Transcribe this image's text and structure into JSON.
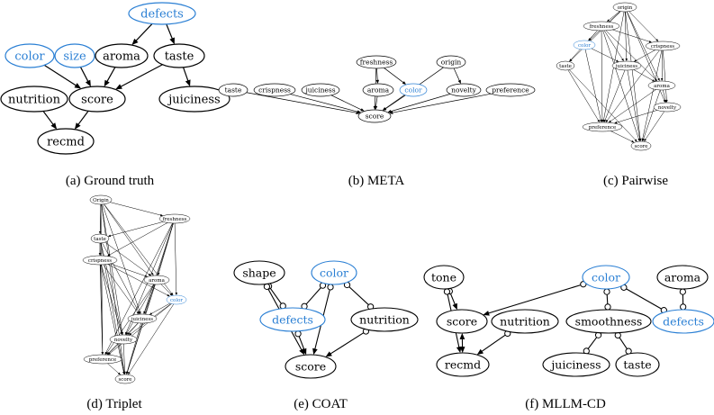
{
  "colors": {
    "ink": "#000000",
    "highlight": "#2a7fd4"
  },
  "panels": [
    {
      "id": "gt",
      "caption": "(a) Ground truth",
      "nodes": [
        {
          "id": "defects",
          "label": "defects",
          "blue": true
        },
        {
          "id": "color",
          "label": "color",
          "blue": true
        },
        {
          "id": "size",
          "label": "size",
          "blue": true
        },
        {
          "id": "aroma",
          "label": "aroma"
        },
        {
          "id": "taste",
          "label": "taste"
        },
        {
          "id": "nutrition",
          "label": "nutrition"
        },
        {
          "id": "score",
          "label": "score"
        },
        {
          "id": "juiciness",
          "label": "juiciness"
        },
        {
          "id": "recmd",
          "label": "recmd"
        }
      ],
      "edges": [
        [
          "defects",
          "aroma",
          "->"
        ],
        [
          "defects",
          "taste",
          "->"
        ],
        [
          "color",
          "score",
          "->"
        ],
        [
          "size",
          "score",
          "->"
        ],
        [
          "aroma",
          "score",
          "->"
        ],
        [
          "taste",
          "score",
          "->"
        ],
        [
          "taste",
          "juiciness",
          "->"
        ],
        [
          "nutrition",
          "recmd",
          "->"
        ],
        [
          "score",
          "recmd",
          "->"
        ]
      ]
    },
    {
      "id": "meta",
      "caption": "(b) META",
      "nodes": [
        {
          "id": "freshness",
          "label": "freshness"
        },
        {
          "id": "origin",
          "label": "origin"
        },
        {
          "id": "taste",
          "label": "taste"
        },
        {
          "id": "crispness",
          "label": "crispness"
        },
        {
          "id": "juiciness",
          "label": "juiciness"
        },
        {
          "id": "aroma",
          "label": "aroma"
        },
        {
          "id": "color",
          "label": "color",
          "blue": true
        },
        {
          "id": "novelty",
          "label": "novelty"
        },
        {
          "id": "preference",
          "label": "preference"
        },
        {
          "id": "score",
          "label": "score"
        }
      ],
      "edges": [
        [
          "freshness",
          "aroma",
          "->"
        ],
        [
          "freshness",
          "color",
          "->"
        ],
        [
          "freshness",
          "score",
          "->"
        ],
        [
          "origin",
          "novelty",
          "->"
        ],
        [
          "origin",
          "score",
          "->"
        ],
        [
          "taste",
          "score",
          "->"
        ],
        [
          "crispness",
          "score",
          "->"
        ],
        [
          "juiciness",
          "score",
          "->"
        ],
        [
          "aroma",
          "score",
          "->"
        ],
        [
          "color",
          "score",
          "->"
        ],
        [
          "novelty",
          "score",
          "->"
        ],
        [
          "preference",
          "score",
          "->"
        ]
      ]
    },
    {
      "id": "pairwise",
      "caption": "(c) Pairwise",
      "nodes": [
        {
          "id": "origin",
          "label": "origin"
        },
        {
          "id": "freshness",
          "label": "freshness"
        },
        {
          "id": "color",
          "label": "color",
          "blue": true
        },
        {
          "id": "crispness",
          "label": "crispness"
        },
        {
          "id": "taste",
          "label": "taste"
        },
        {
          "id": "juiciness",
          "label": "juiciness"
        },
        {
          "id": "aroma",
          "label": "aroma"
        },
        {
          "id": "novelty",
          "label": "novelty"
        },
        {
          "id": "preference",
          "label": "preference"
        },
        {
          "id": "score",
          "label": "score"
        }
      ],
      "edges": [
        [
          "origin",
          "freshness",
          "->"
        ],
        [
          "origin",
          "color",
          "->"
        ],
        [
          "origin",
          "crispness",
          "->"
        ],
        [
          "origin",
          "taste",
          "->"
        ],
        [
          "origin",
          "juiciness",
          "->"
        ],
        [
          "origin",
          "aroma",
          "->"
        ],
        [
          "origin",
          "novelty",
          "->"
        ],
        [
          "origin",
          "preference",
          "->"
        ],
        [
          "origin",
          "score",
          "->"
        ],
        [
          "freshness",
          "color",
          "->"
        ],
        [
          "freshness",
          "crispness",
          "->"
        ],
        [
          "freshness",
          "taste",
          "->"
        ],
        [
          "freshness",
          "juiciness",
          "->"
        ],
        [
          "freshness",
          "aroma",
          "->"
        ],
        [
          "freshness",
          "preference",
          "->"
        ],
        [
          "freshness",
          "score",
          "->"
        ],
        [
          "color",
          "juiciness",
          "->"
        ],
        [
          "color",
          "preference",
          "->"
        ],
        [
          "crispness",
          "juiciness",
          "->"
        ],
        [
          "crispness",
          "aroma",
          "->"
        ],
        [
          "crispness",
          "novelty",
          "->"
        ],
        [
          "crispness",
          "preference",
          "->"
        ],
        [
          "crispness",
          "score",
          "->"
        ],
        [
          "taste",
          "preference",
          "->"
        ],
        [
          "taste",
          "score",
          "->"
        ],
        [
          "juiciness",
          "aroma",
          "->"
        ],
        [
          "juiciness",
          "preference",
          "->"
        ],
        [
          "juiciness",
          "score",
          "->"
        ],
        [
          "aroma",
          "novelty",
          "->"
        ],
        [
          "aroma",
          "preference",
          "->"
        ],
        [
          "aroma",
          "score",
          "->"
        ],
        [
          "novelty",
          "preference",
          "->"
        ],
        [
          "novelty",
          "score",
          "->"
        ],
        [
          "preference",
          "score",
          "->"
        ]
      ]
    },
    {
      "id": "triplet",
      "caption": "(d) Triplet",
      "nodes": [
        {
          "id": "origin",
          "label": "Origin"
        },
        {
          "id": "freshness",
          "label": "freshness"
        },
        {
          "id": "taste",
          "label": "taste"
        },
        {
          "id": "crispness",
          "label": "crispness"
        },
        {
          "id": "aroma",
          "label": "aroma"
        },
        {
          "id": "color",
          "label": "color",
          "blue": true
        },
        {
          "id": "juiciness",
          "label": "juiciness"
        },
        {
          "id": "novelty",
          "label": "novelty"
        },
        {
          "id": "preference",
          "label": "preference"
        },
        {
          "id": "score",
          "label": "score"
        }
      ],
      "edges": [
        [
          "origin",
          "freshness",
          "->"
        ],
        [
          "origin",
          "taste",
          "->"
        ],
        [
          "origin",
          "crispness",
          "->"
        ],
        [
          "origin",
          "aroma",
          "->"
        ],
        [
          "origin",
          "color",
          "->"
        ],
        [
          "origin",
          "juiciness",
          "->"
        ],
        [
          "origin",
          "novelty",
          "->"
        ],
        [
          "origin",
          "preference",
          "->"
        ],
        [
          "origin",
          "score",
          "->"
        ],
        [
          "freshness",
          "taste",
          "->"
        ],
        [
          "freshness",
          "crispness",
          "->"
        ],
        [
          "freshness",
          "aroma",
          "->"
        ],
        [
          "freshness",
          "color",
          "->"
        ],
        [
          "freshness",
          "juiciness",
          "->"
        ],
        [
          "freshness",
          "novelty",
          "->"
        ],
        [
          "freshness",
          "preference",
          "->"
        ],
        [
          "freshness",
          "score",
          "->"
        ],
        [
          "taste",
          "crispness",
          "->"
        ],
        [
          "taste",
          "aroma",
          "->"
        ],
        [
          "taste",
          "juiciness",
          "->"
        ],
        [
          "taste",
          "novelty",
          "->"
        ],
        [
          "taste",
          "preference",
          "->"
        ],
        [
          "taste",
          "score",
          "->"
        ],
        [
          "crispness",
          "aroma",
          "->"
        ],
        [
          "crispness",
          "color",
          "->"
        ],
        [
          "crispness",
          "juiciness",
          "->"
        ],
        [
          "crispness",
          "novelty",
          "->"
        ],
        [
          "crispness",
          "preference",
          "->"
        ],
        [
          "crispness",
          "score",
          "->"
        ],
        [
          "aroma",
          "color",
          "->"
        ],
        [
          "aroma",
          "juiciness",
          "->"
        ],
        [
          "aroma",
          "novelty",
          "->"
        ],
        [
          "aroma",
          "preference",
          "->"
        ],
        [
          "aroma",
          "score",
          "->"
        ],
        [
          "color",
          "juiciness",
          "->"
        ],
        [
          "color",
          "novelty",
          "->"
        ],
        [
          "color",
          "preference",
          "->"
        ],
        [
          "color",
          "score",
          "->"
        ],
        [
          "juiciness",
          "novelty",
          "->"
        ],
        [
          "juiciness",
          "preference",
          "->"
        ],
        [
          "juiciness",
          "score",
          "->"
        ],
        [
          "novelty",
          "preference",
          "->"
        ],
        [
          "novelty",
          "score",
          "->"
        ],
        [
          "preference",
          "score",
          "->"
        ]
      ]
    },
    {
      "id": "coat",
      "caption": "(e) COAT",
      "nodes": [
        {
          "id": "shape",
          "label": "shape"
        },
        {
          "id": "color",
          "label": "color",
          "blue": true
        },
        {
          "id": "defects",
          "label": "defects",
          "blue": true
        },
        {
          "id": "nutrition",
          "label": "nutrition"
        },
        {
          "id": "score",
          "label": "score"
        }
      ],
      "edges": [
        [
          "shape",
          "defects",
          "o-o"
        ],
        [
          "shape",
          "score",
          "o->"
        ],
        [
          "color",
          "defects",
          "o-o"
        ],
        [
          "color",
          "score",
          "o->"
        ],
        [
          "color",
          "nutrition",
          "o-o"
        ],
        [
          "defects",
          "score",
          "o->"
        ],
        [
          "nutrition",
          "score",
          "o->"
        ]
      ]
    },
    {
      "id": "mllmcd",
      "caption": "(f) MLLM-CD",
      "nodes": [
        {
          "id": "tone",
          "label": "tone"
        },
        {
          "id": "color",
          "label": "color",
          "blue": true
        },
        {
          "id": "aroma",
          "label": "aroma"
        },
        {
          "id": "score",
          "label": "score"
        },
        {
          "id": "nutrition",
          "label": "nutrition"
        },
        {
          "id": "smoothness",
          "label": "smoothness"
        },
        {
          "id": "defects",
          "label": "defects",
          "blue": true
        },
        {
          "id": "recmd",
          "label": "recmd"
        },
        {
          "id": "juiciness",
          "label": "juiciness"
        },
        {
          "id": "taste",
          "label": "taste"
        }
      ],
      "edges": [
        [
          "tone",
          "score",
          "o->"
        ],
        [
          "tone",
          "recmd",
          "o->"
        ],
        [
          "color",
          "score",
          "o->"
        ],
        [
          "color",
          "smoothness",
          "o-o"
        ],
        [
          "color",
          "defects",
          "o-o"
        ],
        [
          "aroma",
          "defects",
          "o-o"
        ],
        [
          "score",
          "recmd",
          "<->"
        ],
        [
          "nutrition",
          "recmd",
          "o->"
        ],
        [
          "smoothness",
          "juiciness",
          "o-o"
        ],
        [
          "smoothness",
          "taste",
          "o-o"
        ]
      ]
    }
  ]
}
